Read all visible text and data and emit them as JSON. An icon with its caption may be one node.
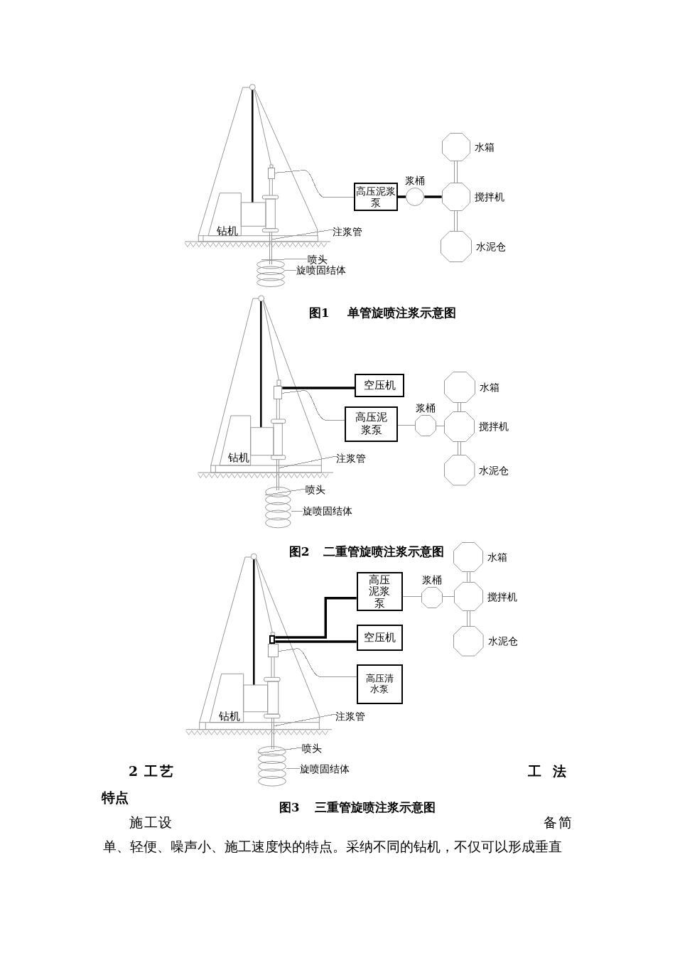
{
  "diagram": {
    "nodes": [
      {
        "text": [],
        "shape": "box"
      },
      {
        "text": [
          "高压泥浆泵"
        ]
      },
      {
        "text": [],
        "shape": "circle",
        "beside": [
          "浆桶"
        ]
      },
      {
        "text": [],
        "shape": "octagon",
        "beside": [
          "水箱"
        ]
      },
      {
        "text": [],
        "shape": "octagon",
        "beside": [
          "搅拌机"
        ]
      },
      {
        "text": [],
        "shape": "octagon",
        "beside": [
          "水泥仓"
        ]
      },
      {
        "text": [
          "注浆管"
        ]
      },
      {
        "text": [],
        "shape": "bar"
      },
      {
        "text": [
          "喷头"
        ]
      },
      {
        "text": [
          "旋喷固结体"
        ]
      },
      {
        "text": [],
        "shape": "cylinder"
      },
      {
        "text": [],
        "shape": "box"
      },
      {
        "text": [
          "空压机"
        ]
      },
      {
        "text": [
          "高压泥浆泵"
        ]
      },
      {
        "text": [],
        "shape": "octagon",
        "beside": [
          "浆桶"
        ]
      },
      {
        "text": [],
        "shape": "octagon",
        "beside": [
          "水箱"
        ]
      },
      {
        "text": [],
        "shape": "octagon",
        "beside": [
          "搅拌机"
        ]
      },
      {
        "text": [],
        "shape": "octagon",
        "beside": [
          "水泥仓"
        ]
      },
      {
        "text": [
          "注浆管"
        ]
      },
      {
        "text": [],
        "shape": "bar"
      },
      {
        "text": [
          "喷头"
        ]
      },
      {
        "text": [
          "旋喷固结体"
        ]
      },
      {
        "text": [],
        "shape": "cylinder"
      },
      {
        "text": [],
        "shape": "box"
      },
      {
        "text": [],
        "shape": "box"
      },
      {
        "text": [
          "高压泥浆泵"
        ]
      },
      {
        "text": [
          "空压机"
        ]
      },
      {
        "text": [
          "高压清水泵"
        ]
      },
      {
        "text": [],
        "shape": "octagon",
        "beside": [
          "浆桶"
        ]
      },
      {
        "text": [],
        "shape": "octagon",
        "beside": [
          "水箱"
        ]
      },
      {
        "text": [],
        "shape": "octagon",
        "beside": [
          "搅拌机"
        ]
      },
      {
        "text": [],
        "shape": "octagon",
        "beside": [
          "水泥仓"
        ]
      },
      {
        "text": [
          "注浆管"
        ]
      },
      {
        "text": [],
        "shape": "bar"
      },
      {
        "text": [
          "喷头"
        ]
      },
      {
        "text": [
          "旋喷固结体"
        ]
      },
      {
        "text": [],
        "shape": "cylinder"
      }
    ],
    "edges": [
      {
        "from": 0,
        "to": 1,
        "arrow": "none"
      },
      {
        "from": 1,
        "to": 2,
        "arrow": "none",
        "style": "thick",
        "color": "#000000"
      },
      {
        "from": 2,
        "to": 4,
        "arrow": "none",
        "style": "thick",
        "color": "#000000"
      },
      {
        "from": 3,
        "to": 4,
        "arrow": "none"
      },
      {
        "from": 4,
        "to": 5,
        "arrow": "none"
      },
      {
        "from": 6,
        "to": 7,
        "arrow": "none"
      },
      {
        "from": 8,
        "to": 10,
        "arrow": "none"
      },
      {
        "from": 9,
        "to": 10,
        "arrow": "none"
      },
      {
        "from": 11,
        "to": 12,
        "arrow": "none",
        "style": "thick",
        "color": "#000000"
      },
      {
        "from": 11,
        "to": 13,
        "arrow": "none"
      },
      {
        "from": 13,
        "to": 14,
        "arrow": "none"
      },
      {
        "from": 14,
        "to": 16,
        "arrow": "none"
      },
      {
        "from": 15,
        "to": 16,
        "arrow": "none"
      },
      {
        "from": 16,
        "to": 17,
        "arrow": "none"
      },
      {
        "from": 18,
        "to": 19,
        "arrow": "none"
      },
      {
        "from": 20,
        "to": 22,
        "arrow": "none"
      },
      {
        "from": 21,
        "to": 22,
        "arrow": "none"
      },
      {
        "from": 23,
        "to": 25,
        "arrow": "none",
        "style": "thick",
        "color": "#000000"
      },
      {
        "from": 23,
        "to": 26,
        "arrow": "none",
        "style": "thick",
        "color": "#000000"
      },
      {
        "from": 24,
        "to": 27,
        "arrow": "none"
      },
      {
        "from": 25,
        "to": 28,
        "arrow": "none"
      },
      {
        "from": 28,
        "to": 30,
        "arrow": "none"
      },
      {
        "from": 29,
        "to": 30,
        "arrow": "none"
      },
      {
        "from": 30,
        "to": 31,
        "arrow": "none"
      },
      {
        "from": 32,
        "to": 33,
        "arrow": "none"
      },
      {
        "from": 34,
        "to": 36,
        "arrow": "none"
      },
      {
        "from": 35,
        "to": 36,
        "arrow": "none"
      }
    ],
    "labels": [
      "钻机",
      "图1 单管旋喷注浆示意图",
      "钻机",
      "图2 二重管旋喷注浆示意图",
      "钻机",
      "2 工艺",
      "工法",
      "特点",
      "图3 三重管旋喷注浆示意图",
      "施工设备简单、轻便、噪声小、施工速度快的特点。采纳不同的钻机，不仅可以形成垂直"
    ]
  }
}
